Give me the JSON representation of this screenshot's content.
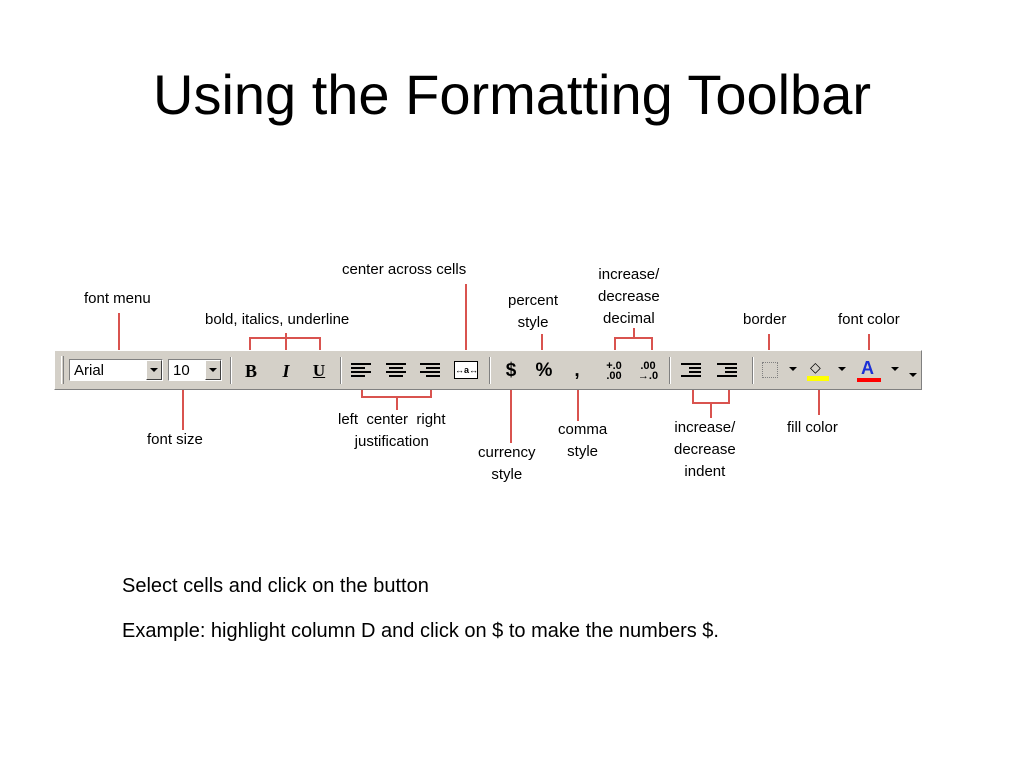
{
  "slide": {
    "title": "Using the Formatting Toolbar",
    "line1": "Select cells and click on the button",
    "line2": "Example: highlight column D and click on $ to make the numbers $."
  },
  "toolbar": {
    "font_value": "Arial",
    "size_value": "10",
    "bold": "B",
    "italic": "I",
    "underline": "U",
    "merge_center": "↔a↔",
    "currency": "$",
    "percent": "%",
    "comma": ",",
    "inc_decimal": "+.0\n.00",
    "dec_decimal": ".00\n→.0",
    "font_color_letter": "A",
    "fill_color": "#ffff00",
    "font_color": "#ff0000"
  },
  "labels": {
    "font_menu": "font menu",
    "bold_italics_underline": "bold, italics, underline",
    "center_across_cells": "center across cells",
    "percent_style": "percent\nstyle",
    "increase_decrease_decimal": "increase/\ndecrease\ndecimal",
    "border": "border",
    "font_color": "font color",
    "font_size": "font size",
    "justification": "left  center  right\njustification",
    "currency_style": "currency\nstyle",
    "comma_style": "comma\nstyle",
    "increase_decrease_indent": "increase/\ndecrease\nindent",
    "fill_color": "fill color"
  },
  "colors": {
    "callout_line": "#d9534f",
    "toolbar_bg": "#d4d0c8"
  }
}
